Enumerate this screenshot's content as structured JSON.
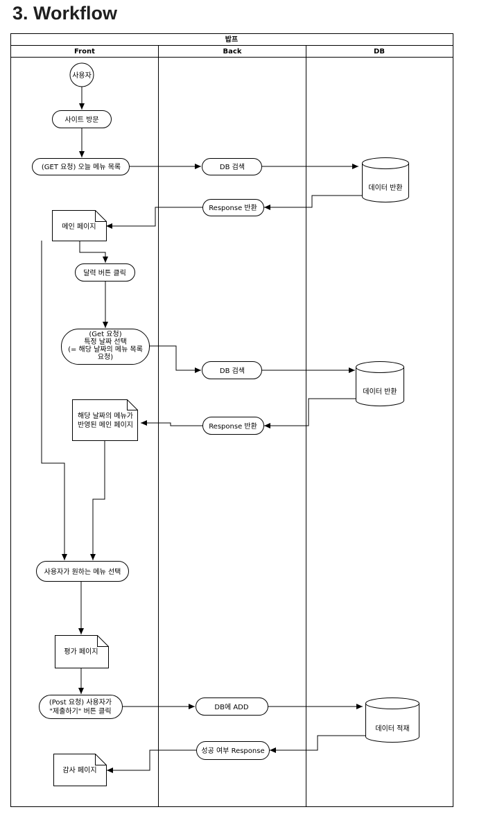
{
  "page": {
    "title": "3. Workflow"
  },
  "diagram": {
    "pool_title": "밥프",
    "lanes": [
      "Front",
      "Back",
      "DB"
    ],
    "nodes": {
      "user_start": "사용자",
      "site_visit": "사이트 방문",
      "get_today_menu": "(GET 요청) 오늘 메뉴 목록",
      "db_search_1": "DB 검색",
      "data_return_1": "데이터 반환",
      "response_return_1": "Response 반환",
      "main_page": "메인 페이지",
      "calendar_click": "달력 버튼 클릭",
      "get_date_select": [
        "(Get 요청)",
        "특정 날짜 선택",
        "(= 해당 날짜의 메뉴 목록",
        "요청)"
      ],
      "db_search_2": "DB 검색",
      "data_return_2": "데이터 반환",
      "date_main_page": [
        "해당 날짜의 메뉴가",
        "반영된 메인 페이지"
      ],
      "response_return_2": "Response 반환",
      "menu_select": "사용자가 원하는 메뉴 선택",
      "review_page": "평가 페이지",
      "post_submit": [
        "(Post 요청) 사용자가",
        "\"제출하기\" 버튼 클릭"
      ],
      "db_add": "DB에 ADD",
      "data_store": "데이터 적재",
      "success_response": "성공 여부 Response",
      "thanks_page": "감사 페이지"
    }
  }
}
